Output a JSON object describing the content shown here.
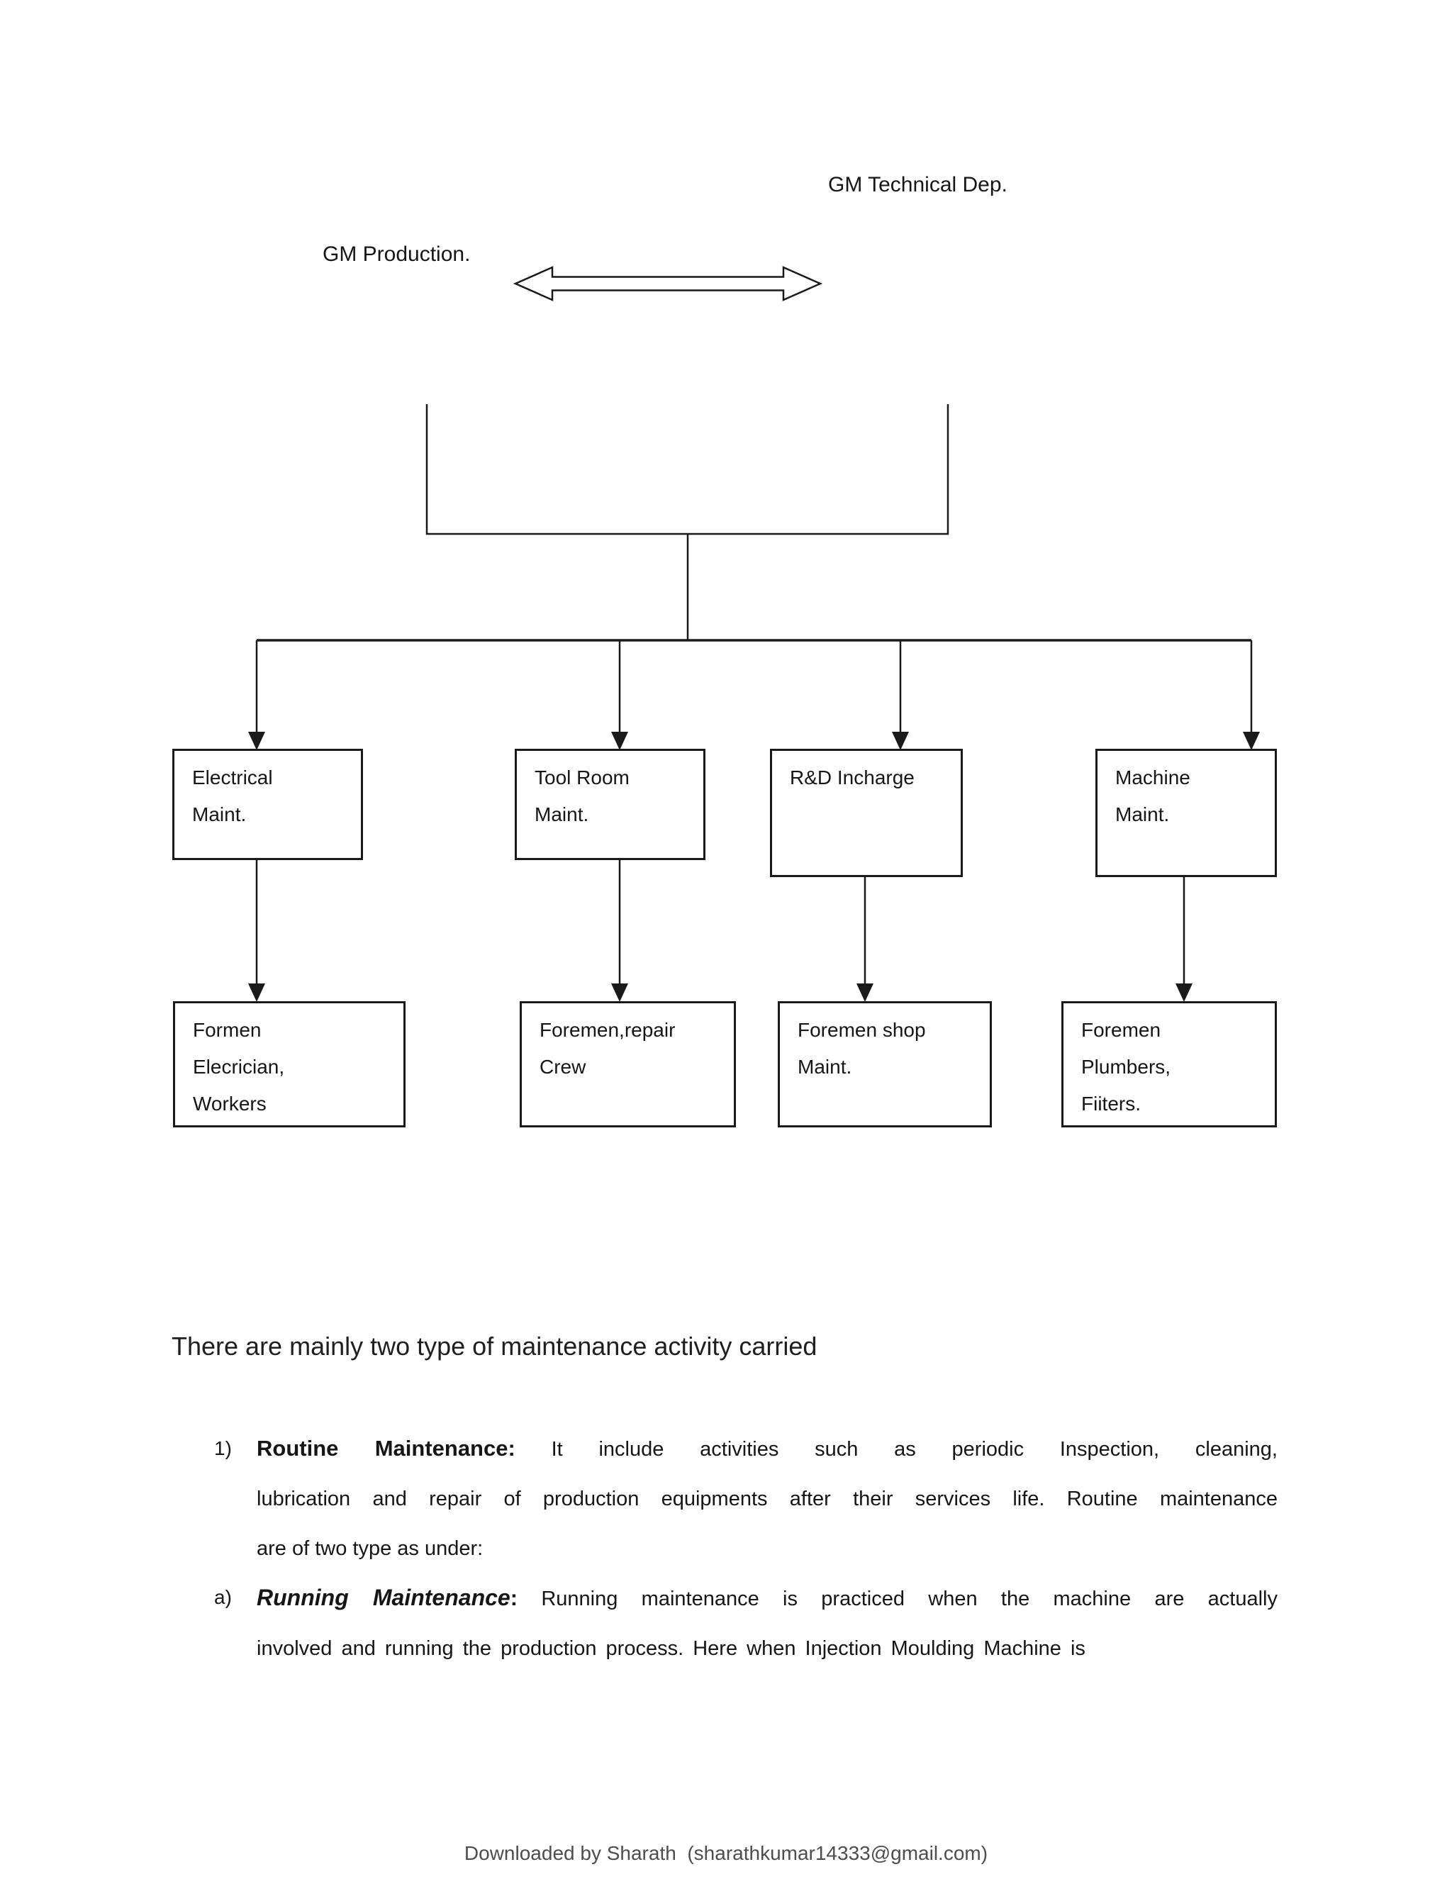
{
  "page": {
    "top_right_label": "GM Technical Dep.",
    "top_left_label": "GM Production."
  },
  "org_chart": {
    "level1": [
      {
        "label": "Electrical\nMaint."
      },
      {
        "label": "Tool Room\nMaint."
      },
      {
        "label": "R&D Incharge"
      },
      {
        "label": "Machine\nMaint."
      }
    ],
    "level2": [
      {
        "label": "Formen\nElecrician,\nWorkers"
      },
      {
        "label": "Foremen,repair\nCrew"
      },
      {
        "label": "Foremen shop\nMaint."
      },
      {
        "label": "Foremen\nPlumbers,\nFiiters."
      }
    ]
  },
  "content": {
    "heading": "There are mainly two type of maintenance activity carried",
    "item1": {
      "marker": "1)",
      "lead": "Routine Maintenance:",
      "line1_rest": " It include activities such as periodic Inspection, cleaning,",
      "line2": "lubrication and repair of production equipments after their services life. Routine maintenance",
      "line3": "are of two type as under:"
    },
    "item2": {
      "marker": "a)",
      "lead": "Running Maintenance",
      "colon": ":",
      "line1_rest": " Running maintenance is practiced when the machine are actually",
      "line2": "involved and running the production process. Here when Injection Moulding Machine is"
    }
  },
  "footer": {
    "text": "Downloaded by Sharath  (sharathkumar14333@gmail.com)"
  },
  "colors": {
    "ink": "#1a1a1a",
    "footer_gray": "#4d4d4d",
    "background": "#ffffff"
  }
}
